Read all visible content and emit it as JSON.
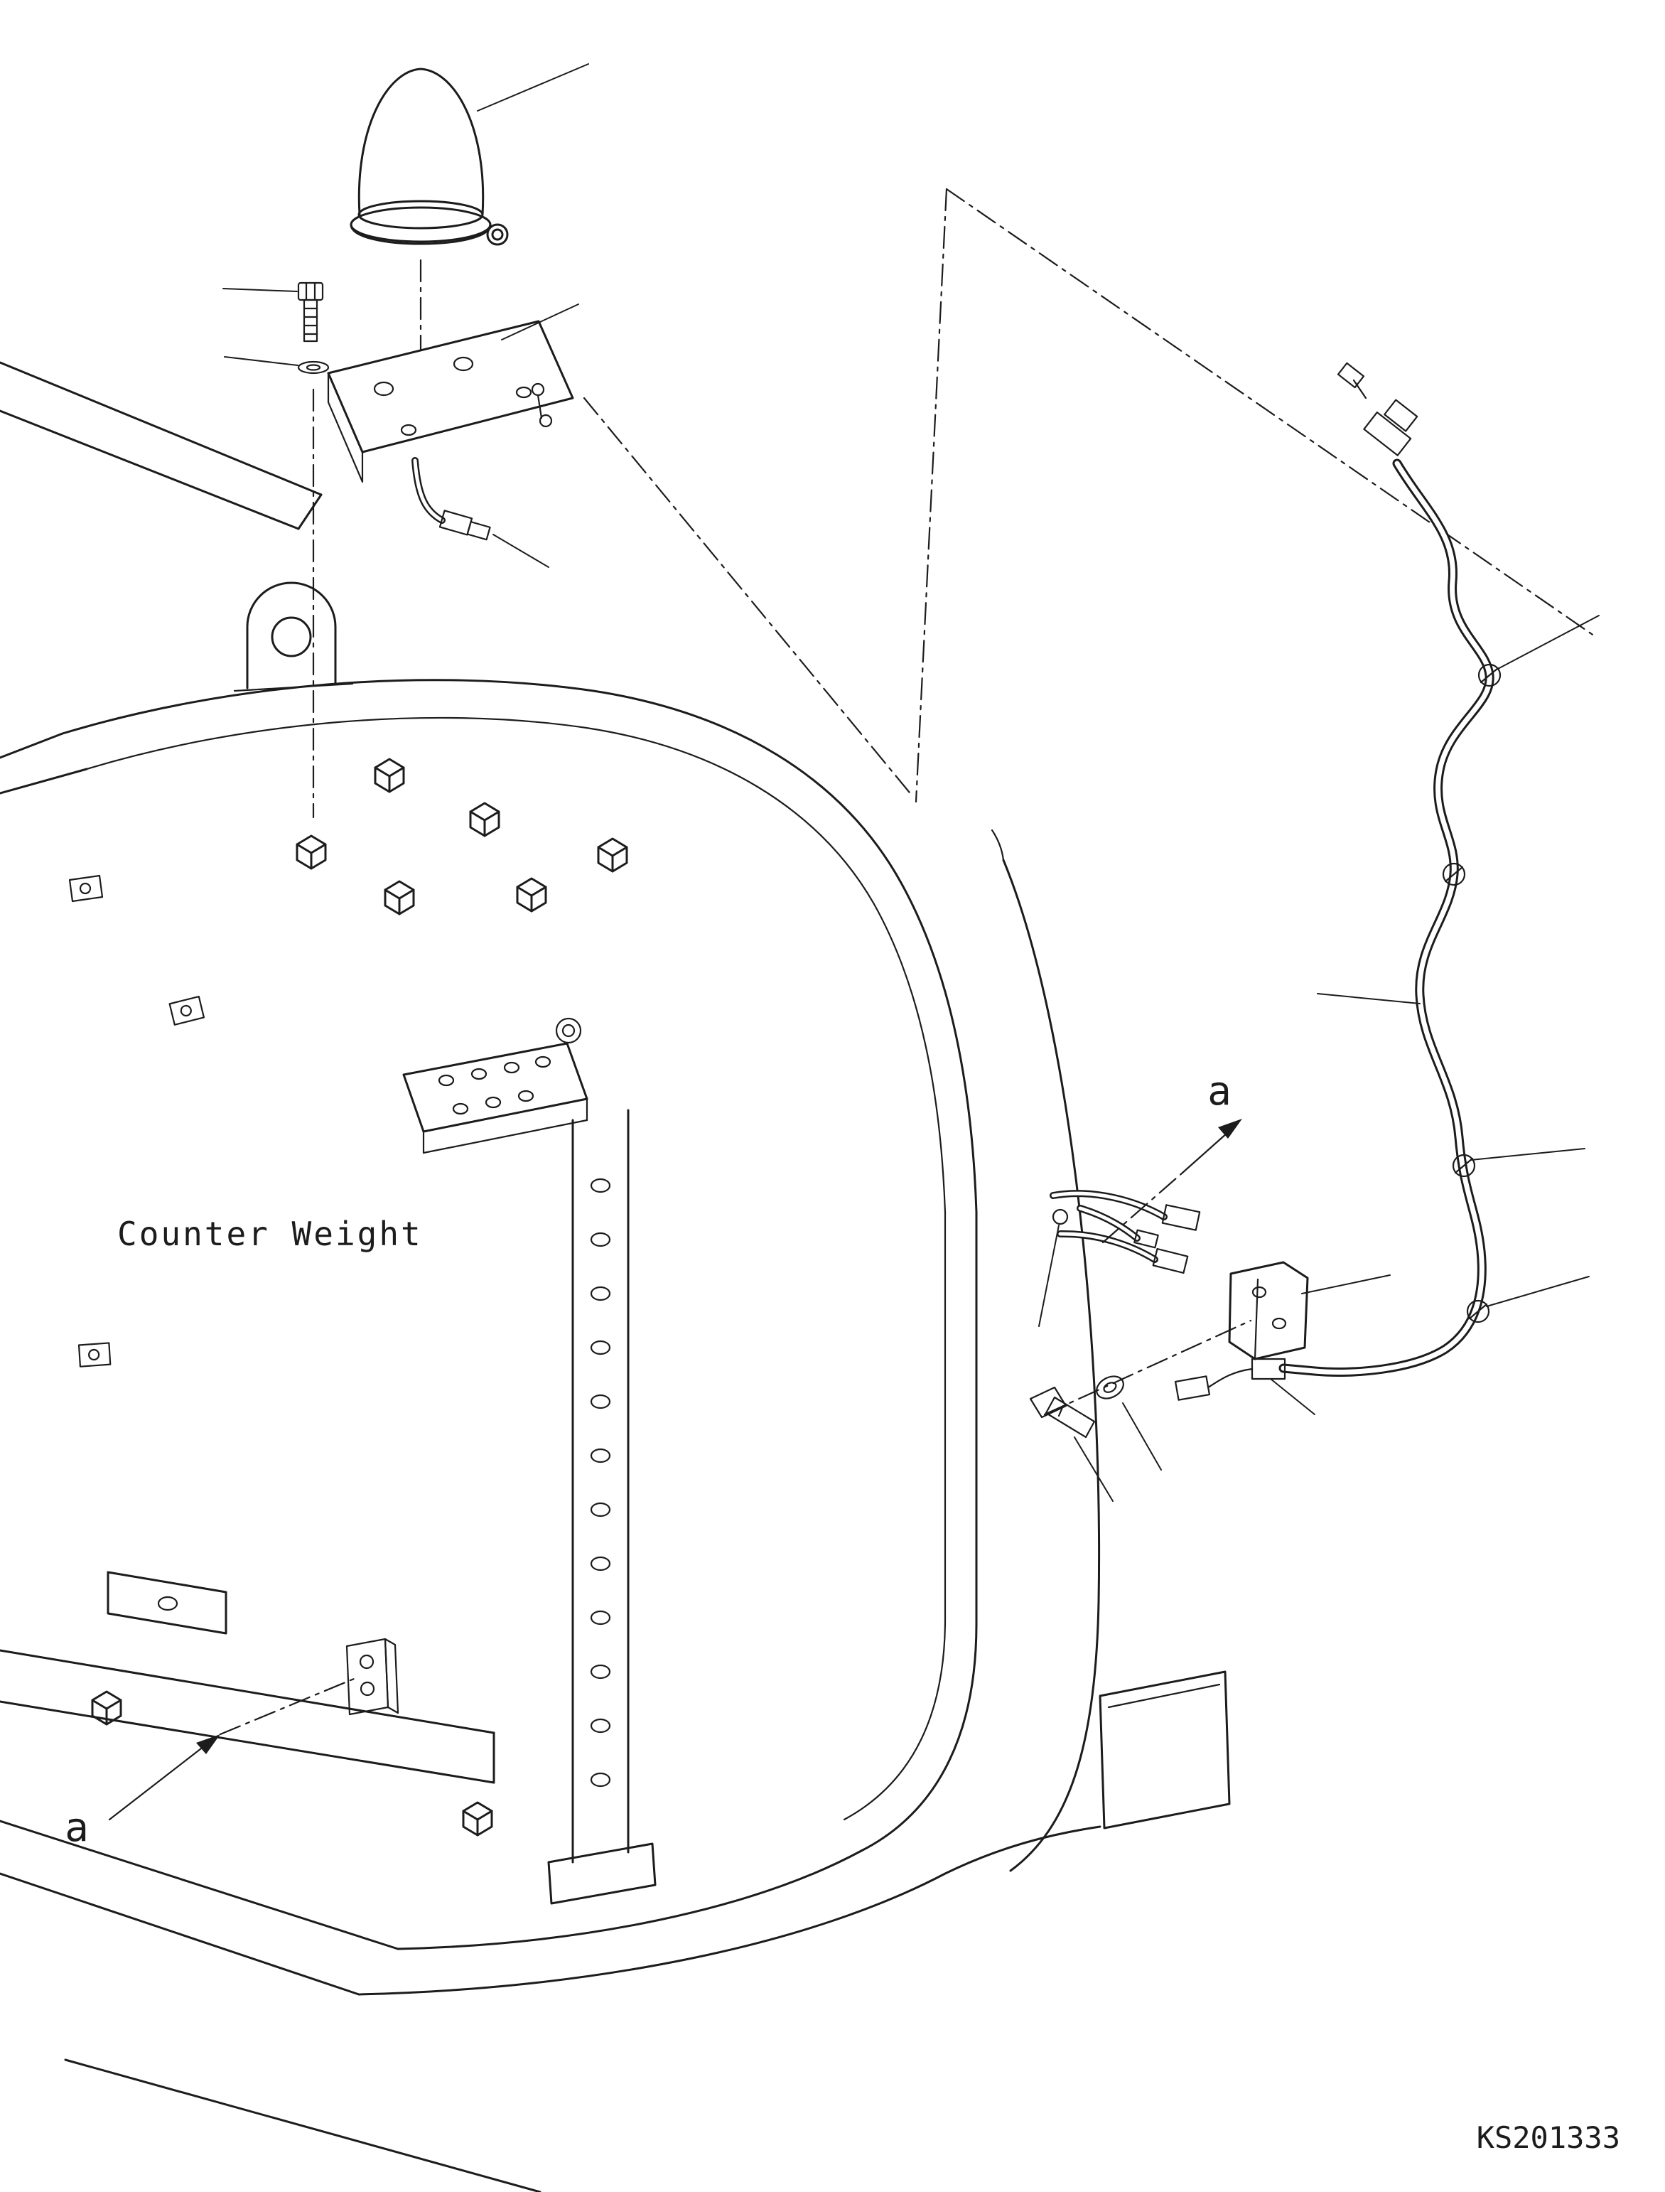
{
  "page": {
    "background": "#ffffff",
    "ink": "#1c1c1c"
  },
  "labels": {
    "counter_weight": "Counter Weight",
    "view_upper": "a",
    "view_lower": "a",
    "drawing_number": "KS201333"
  },
  "components": {
    "beacon_lamp": "rotating beacon lamp",
    "lamp_bracket": "lamp mounting bracket",
    "mounting_bolt": "hex bolt",
    "washer": "plain washer",
    "counterweight": "counter weight body",
    "wiring_harness": "beacon wiring harness",
    "harness_clip": "harness clamp clip",
    "harness_bracket": "harness mounting bracket",
    "connectors": "wiring connectors"
  }
}
